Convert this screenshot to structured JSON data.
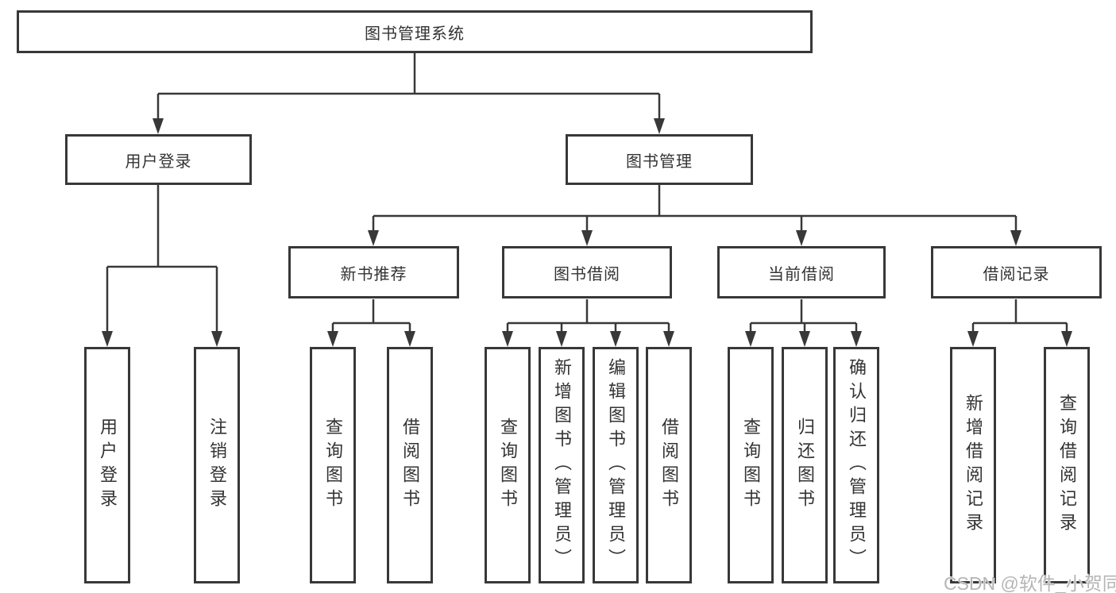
{
  "diagram": {
    "root": {
      "label": "图书管理系统"
    },
    "level2": [
      {
        "label": "用户登录",
        "children": [
          {
            "label": "用户登录"
          },
          {
            "label": "注销登录"
          }
        ]
      },
      {
        "label": "图书管理",
        "children": [
          {
            "label": "新书推荐",
            "children": [
              {
                "label": "查询图书"
              },
              {
                "label": "借阅图书"
              }
            ]
          },
          {
            "label": "图书借阅",
            "children": [
              {
                "label": "查询图书"
              },
              {
                "label": "新增图书（管理员）"
              },
              {
                "label": "编辑图书（管理员）"
              },
              {
                "label": "借阅图书"
              }
            ]
          },
          {
            "label": "当前借阅",
            "children": [
              {
                "label": "查询图书"
              },
              {
                "label": "归还图书"
              },
              {
                "label": "确认归还（管理员）"
              }
            ]
          },
          {
            "label": "借阅记录",
            "children": [
              {
                "label": "新增借阅记录"
              },
              {
                "label": "查询借阅记录"
              }
            ]
          }
        ]
      }
    ]
  },
  "watermark": {
    "text": "CSDN @软件_小贺同学"
  },
  "colors": {
    "line": "#383838",
    "text": "#333333",
    "box_fill": "#ffffff",
    "watermark": "#b5b5b5",
    "background": "#ffffff"
  }
}
